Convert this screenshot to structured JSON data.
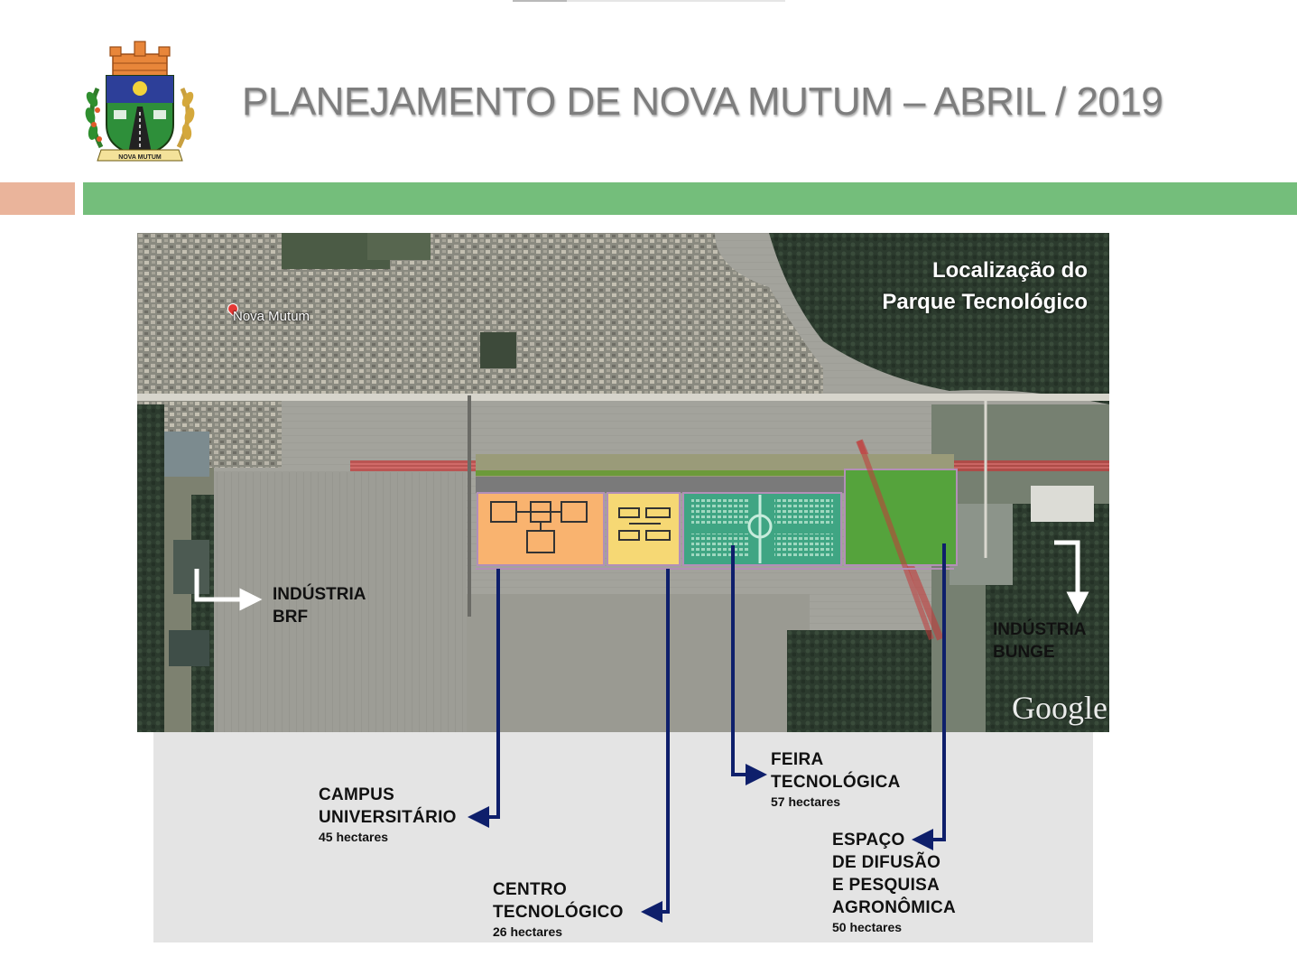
{
  "header": {
    "title": "PLANEJAMENTO DE NOVA MUTUM – ABRIL / 2019",
    "crest_ribbon": "NOVA MUTUM"
  },
  "map": {
    "title_line1": "Localização do",
    "title_line2": "Parque Tecnológico",
    "pin_label": "Nova Mutum",
    "attribution": "Google",
    "industries": [
      {
        "line1": "INDÚSTRIA",
        "line2": "BRF"
      },
      {
        "line1": "INDÚSTRIA",
        "line2": "BUNGE"
      }
    ]
  },
  "zones": [
    {
      "name_line1": "CAMPUS",
      "name_line2": "UNIVERSITÁRIO",
      "name_line3": "",
      "name_line4": "",
      "area": "45 hectares",
      "color": "#f9b36f"
    },
    {
      "name_line1": "CENTRO",
      "name_line2": "TECNOLÓGICO",
      "name_line3": "",
      "name_line4": "",
      "area": "26 hectares",
      "color": "#f6d874"
    },
    {
      "name_line1": "FEIRA",
      "name_line2": "TECNOLÓGICA",
      "name_line3": "",
      "name_line4": "",
      "area": "57 hectares",
      "color": "#3fa583"
    },
    {
      "name_line1": "ESPAÇO",
      "name_line2": "DE DIFUSÃO",
      "name_line3": "E PESQUISA",
      "name_line4": "AGRONÔMICA",
      "area": "50 hectares",
      "color": "#55a33c"
    }
  ],
  "colors": {
    "accent_green": "#74be7b",
    "accent_orange": "#eab49b",
    "title_grey": "#7d7d7d",
    "arrow_navy": "#0e1f6b"
  }
}
